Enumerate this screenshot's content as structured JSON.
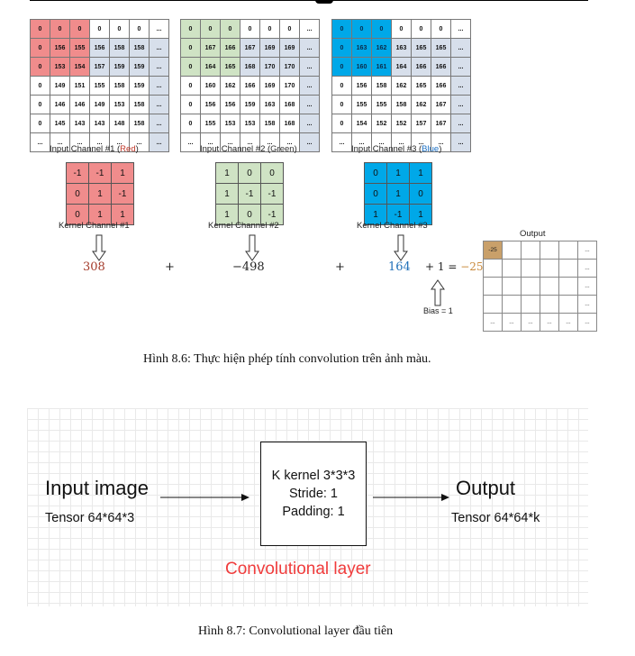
{
  "fig86": {
    "channels": [
      {
        "caption_prefix": "Input Channel #1 (",
        "caption_color_word": "Red",
        "caption_suffix": ")",
        "accent": "#c0392b",
        "rows": [
          [
            "0",
            "0",
            "0",
            "0",
            "0",
            "0",
            "..."
          ],
          [
            "0",
            "156",
            "155",
            "156",
            "158",
            "158",
            "..."
          ],
          [
            "0",
            "153",
            "154",
            "157",
            "159",
            "159",
            "..."
          ],
          [
            "0",
            "149",
            "151",
            "155",
            "158",
            "159",
            "..."
          ],
          [
            "0",
            "146",
            "146",
            "149",
            "153",
            "158",
            "..."
          ],
          [
            "0",
            "145",
            "143",
            "143",
            "148",
            "158",
            "..."
          ],
          [
            "...",
            "...",
            "...",
            "...",
            "...",
            "...",
            "..."
          ]
        ]
      },
      {
        "caption_prefix": "Input Channel #2 (",
        "caption_color_word": "Green",
        "caption_suffix": ")",
        "accent": "#333333",
        "rows": [
          [
            "0",
            "0",
            "0",
            "0",
            "0",
            "0",
            "..."
          ],
          [
            "0",
            "167",
            "166",
            "167",
            "169",
            "169",
            "..."
          ],
          [
            "0",
            "164",
            "165",
            "168",
            "170",
            "170",
            "..."
          ],
          [
            "0",
            "160",
            "162",
            "166",
            "169",
            "170",
            "..."
          ],
          [
            "0",
            "156",
            "156",
            "159",
            "163",
            "168",
            "..."
          ],
          [
            "0",
            "155",
            "153",
            "153",
            "158",
            "168",
            "..."
          ],
          [
            "...",
            "...",
            "...",
            "...",
            "...",
            "...",
            "..."
          ]
        ]
      },
      {
        "caption_prefix": "Input Channel #3 (",
        "caption_color_word": "Blue",
        "caption_suffix": ")",
        "accent": "#1a6fc4",
        "rows": [
          [
            "0",
            "0",
            "0",
            "0",
            "0",
            "0",
            "..."
          ],
          [
            "0",
            "163",
            "162",
            "163",
            "165",
            "165",
            "..."
          ],
          [
            "0",
            "160",
            "161",
            "164",
            "166",
            "166",
            "..."
          ],
          [
            "0",
            "156",
            "158",
            "162",
            "165",
            "166",
            "..."
          ],
          [
            "0",
            "155",
            "155",
            "158",
            "162",
            "167",
            "..."
          ],
          [
            "0",
            "154",
            "152",
            "152",
            "157",
            "167",
            "..."
          ],
          [
            "...",
            "...",
            "...",
            "...",
            "...",
            "...",
            "..."
          ]
        ]
      }
    ],
    "kernels": [
      {
        "caption": "Kernel Channel #1",
        "rows": [
          [
            "-1",
            "-1",
            "1"
          ],
          [
            "0",
            "1",
            "-1"
          ],
          [
            "0",
            "1",
            "1"
          ]
        ]
      },
      {
        "caption": "Kernel Channel #2",
        "rows": [
          [
            "1",
            "0",
            "0"
          ],
          [
            "1",
            "-1",
            "-1"
          ],
          [
            "1",
            "0",
            "-1"
          ]
        ]
      },
      {
        "caption": "Kernel Channel #3",
        "rows": [
          [
            "0",
            "1",
            "1"
          ],
          [
            "0",
            "1",
            "0"
          ],
          [
            "1",
            "-1",
            "1"
          ]
        ]
      }
    ],
    "results": [
      "308",
      "−498",
      "164"
    ],
    "plus": "+",
    "bias_expr": "+ 1 = ",
    "final_value": "−25",
    "bias_label": "Bias = 1",
    "output_title": "Output",
    "output_rows": [
      [
        "-25",
        "",
        "",
        "",
        "",
        "..."
      ],
      [
        "",
        "",
        "",
        "",
        "",
        "..."
      ],
      [
        "",
        "",
        "",
        "",
        "",
        "..."
      ],
      [
        "",
        "",
        "",
        "",
        "",
        "..."
      ],
      [
        "...",
        "...",
        "...",
        "...",
        "...",
        "..."
      ]
    ],
    "colors": {
      "red_fill": "#f08c8c",
      "red_bg": "#fde6e6",
      "green_fill": "#cfe3c4",
      "green_bg": "#edf5e8",
      "blue_fill": "#00a8e8",
      "blue_bg": "#dce8f5",
      "slate": "#d7dfeb",
      "output_hl": "#c9a06a",
      "result_red": "#a33a2a",
      "result_blue": "#1f6fb8",
      "final_orange": "#c98a3c"
    },
    "caption": "Hình 8.6: Thực hiện phép tính convolution trên ảnh màu."
  },
  "fig87": {
    "input_title": "Input image",
    "input_sub": "Tensor 64*64*3",
    "box_lines": [
      "K kernel 3*3*3",
      "Stride: 1",
      "Padding: 1"
    ],
    "output_title": "Output",
    "output_sub": "Tensor 64*64*k",
    "layer_label": "Convolutional layer",
    "layer_color": "#f03c3c",
    "caption": "Hình 8.7: Convolutional layer đầu tiên"
  }
}
